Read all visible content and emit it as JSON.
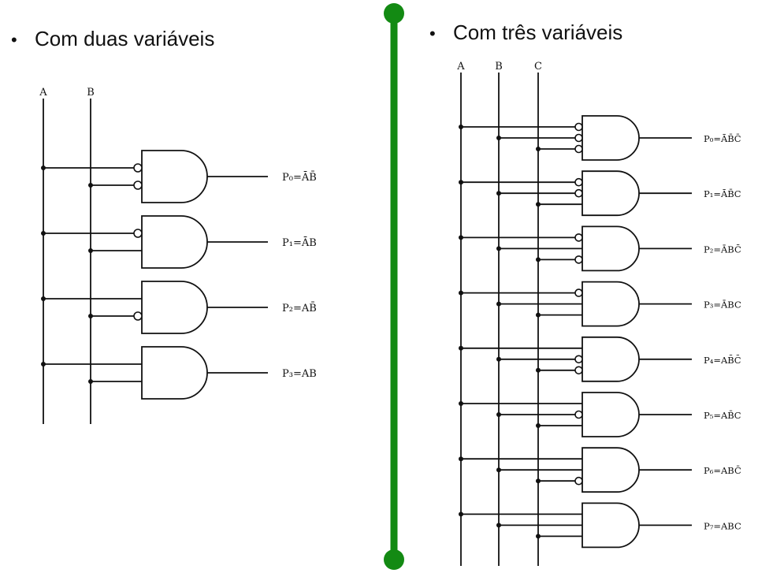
{
  "left_panel": {
    "heading": "Com duas variáveis",
    "variables": [
      "A",
      "B"
    ],
    "outputs": [
      {
        "label": "P₀=ĀB̄",
        "inverted": [
          true,
          true
        ]
      },
      {
        "label": "P₁=ĀB",
        "inverted": [
          true,
          false
        ]
      },
      {
        "label": "P₂=AB̄",
        "inverted": [
          false,
          true
        ]
      },
      {
        "label": "P₃=AB",
        "inverted": [
          false,
          false
        ]
      }
    ]
  },
  "right_panel": {
    "heading": "Com três variáveis",
    "variables": [
      "A",
      "B",
      "C"
    ],
    "outputs": [
      {
        "label": "P₀=ĀB̄C̄",
        "inverted": [
          true,
          true,
          true
        ]
      },
      {
        "label": "P₁=ĀB̄C",
        "inverted": [
          true,
          true,
          false
        ]
      },
      {
        "label": "P₂=ĀBC̄",
        "inverted": [
          true,
          false,
          true
        ]
      },
      {
        "label": "P₃=ĀBC",
        "inverted": [
          true,
          false,
          false
        ]
      },
      {
        "label": "P₄=AB̄C̄",
        "inverted": [
          false,
          true,
          true
        ]
      },
      {
        "label": "P₅=AB̄C",
        "inverted": [
          false,
          true,
          false
        ]
      },
      {
        "label": "P₆=ABC̄",
        "inverted": [
          false,
          false,
          true
        ]
      },
      {
        "label": "P₇=ABC",
        "inverted": [
          false,
          false,
          false
        ]
      }
    ]
  },
  "divider": {
    "color": "#138a13"
  },
  "bullet_symbol": "•"
}
